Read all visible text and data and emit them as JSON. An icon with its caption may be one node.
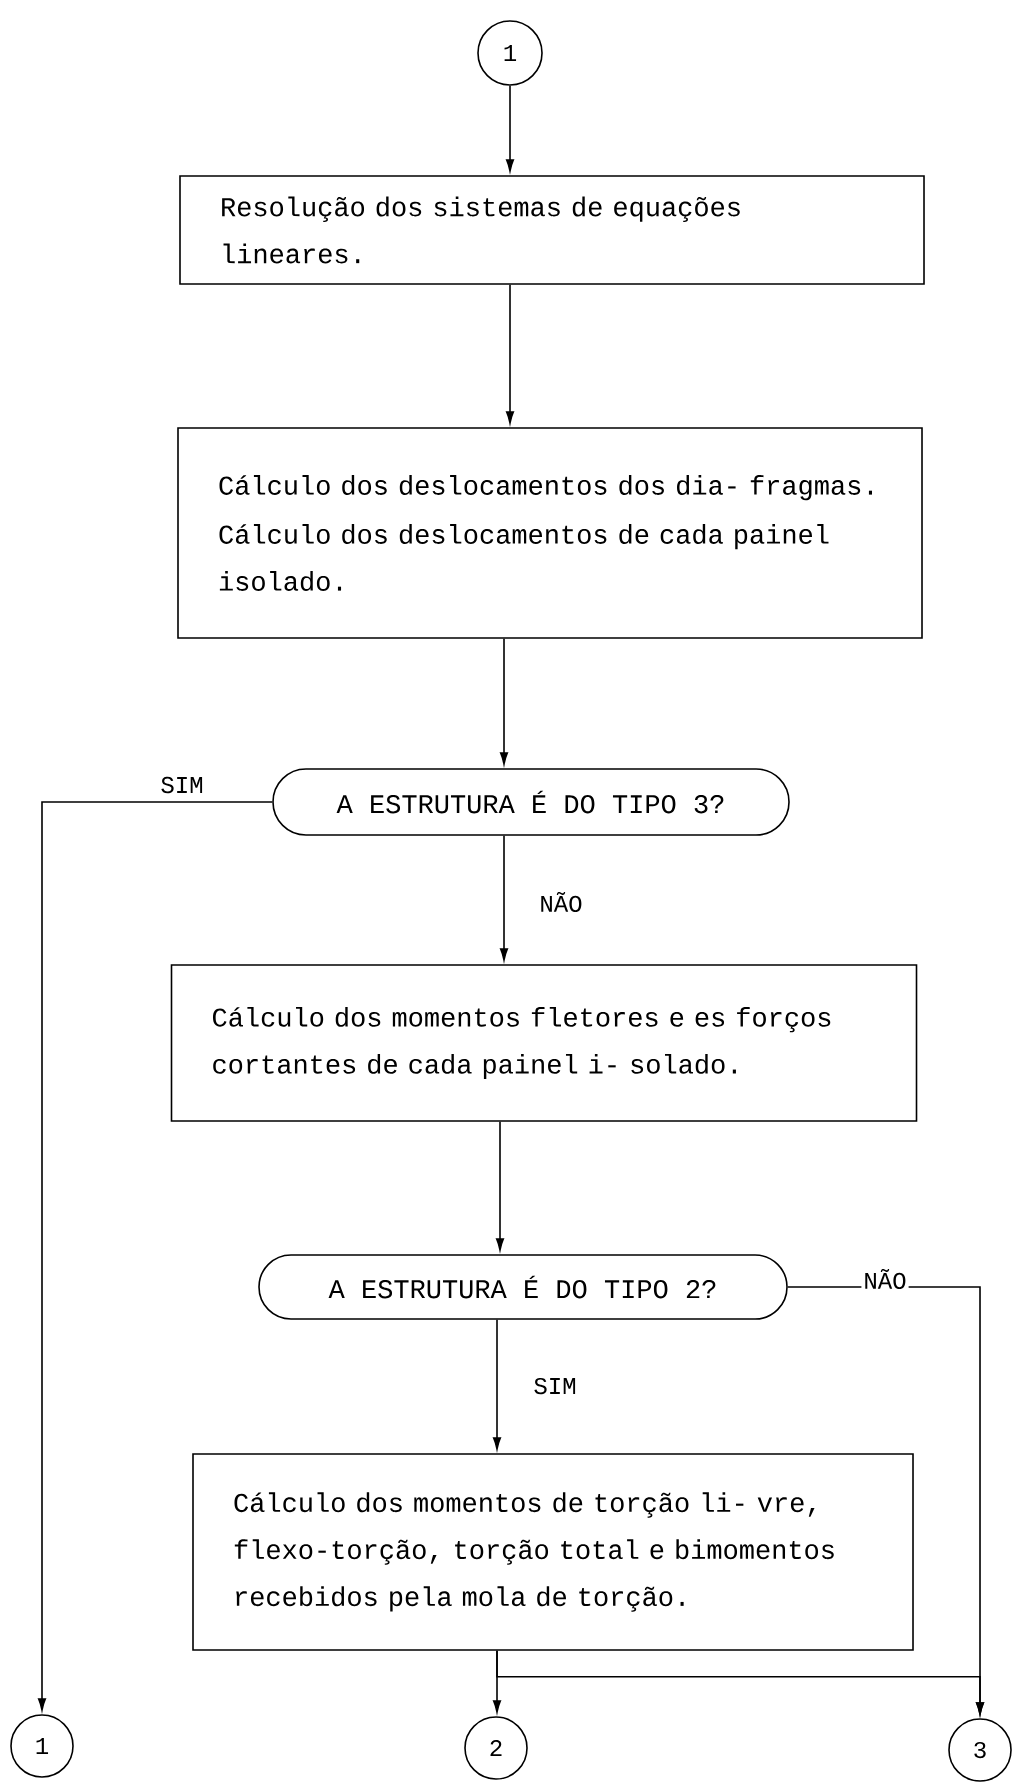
{
  "diagram": {
    "nodes": [
      {
        "text": [
          "1"
        ]
      },
      {
        "text": [
          "Resolução dos sistemas de equações lineares."
        ]
      },
      {
        "text": [
          "Cálculo dos deslocamentos dos dia- fragmas.",
          "Cálculo dos deslocamentos de cada painel isolado."
        ]
      },
      {
        "text": [
          "A ESTRUTURA É DO TIPO 3?"
        ]
      },
      {
        "text": [
          "Cálculo dos momentos fletores e es forços cortantes de cada painel i- solado."
        ]
      },
      {
        "text": [
          "A ESTRUTURA É DO TIPO 2?"
        ]
      },
      {
        "text": [
          "Cálculo dos momentos de torção li- vre, flexo-torção, torção total e bimomentos recebidos pela mola de torção."
        ]
      },
      {
        "text": [
          "1"
        ]
      },
      {
        "text": [
          "2"
        ]
      },
      {
        "text": [
          "3"
        ]
      }
    ],
    "edges": [
      {
        "from": 0,
        "to": 1,
        "arrow": "to"
      },
      {
        "from": 1,
        "to": 2,
        "arrow": "to"
      },
      {
        "from": 2,
        "to": 3,
        "arrow": "to"
      },
      {
        "from": 3,
        "to": 7,
        "arrow": "to",
        "label": "SIM"
      },
      {
        "from": 3,
        "to": 4,
        "arrow": "to",
        "label": "NÃO"
      },
      {
        "from": 4,
        "to": 5,
        "arrow": "to"
      },
      {
        "from": 5,
        "to": 6,
        "arrow": "to",
        "label": "SIM"
      },
      {
        "from": 5,
        "to": 9,
        "arrow": "to",
        "label": "NÃO"
      },
      {
        "from": 6,
        "to": 8,
        "arrow": "to"
      },
      {
        "from": 6,
        "to": 9,
        "arrow": "to"
      }
    ]
  }
}
